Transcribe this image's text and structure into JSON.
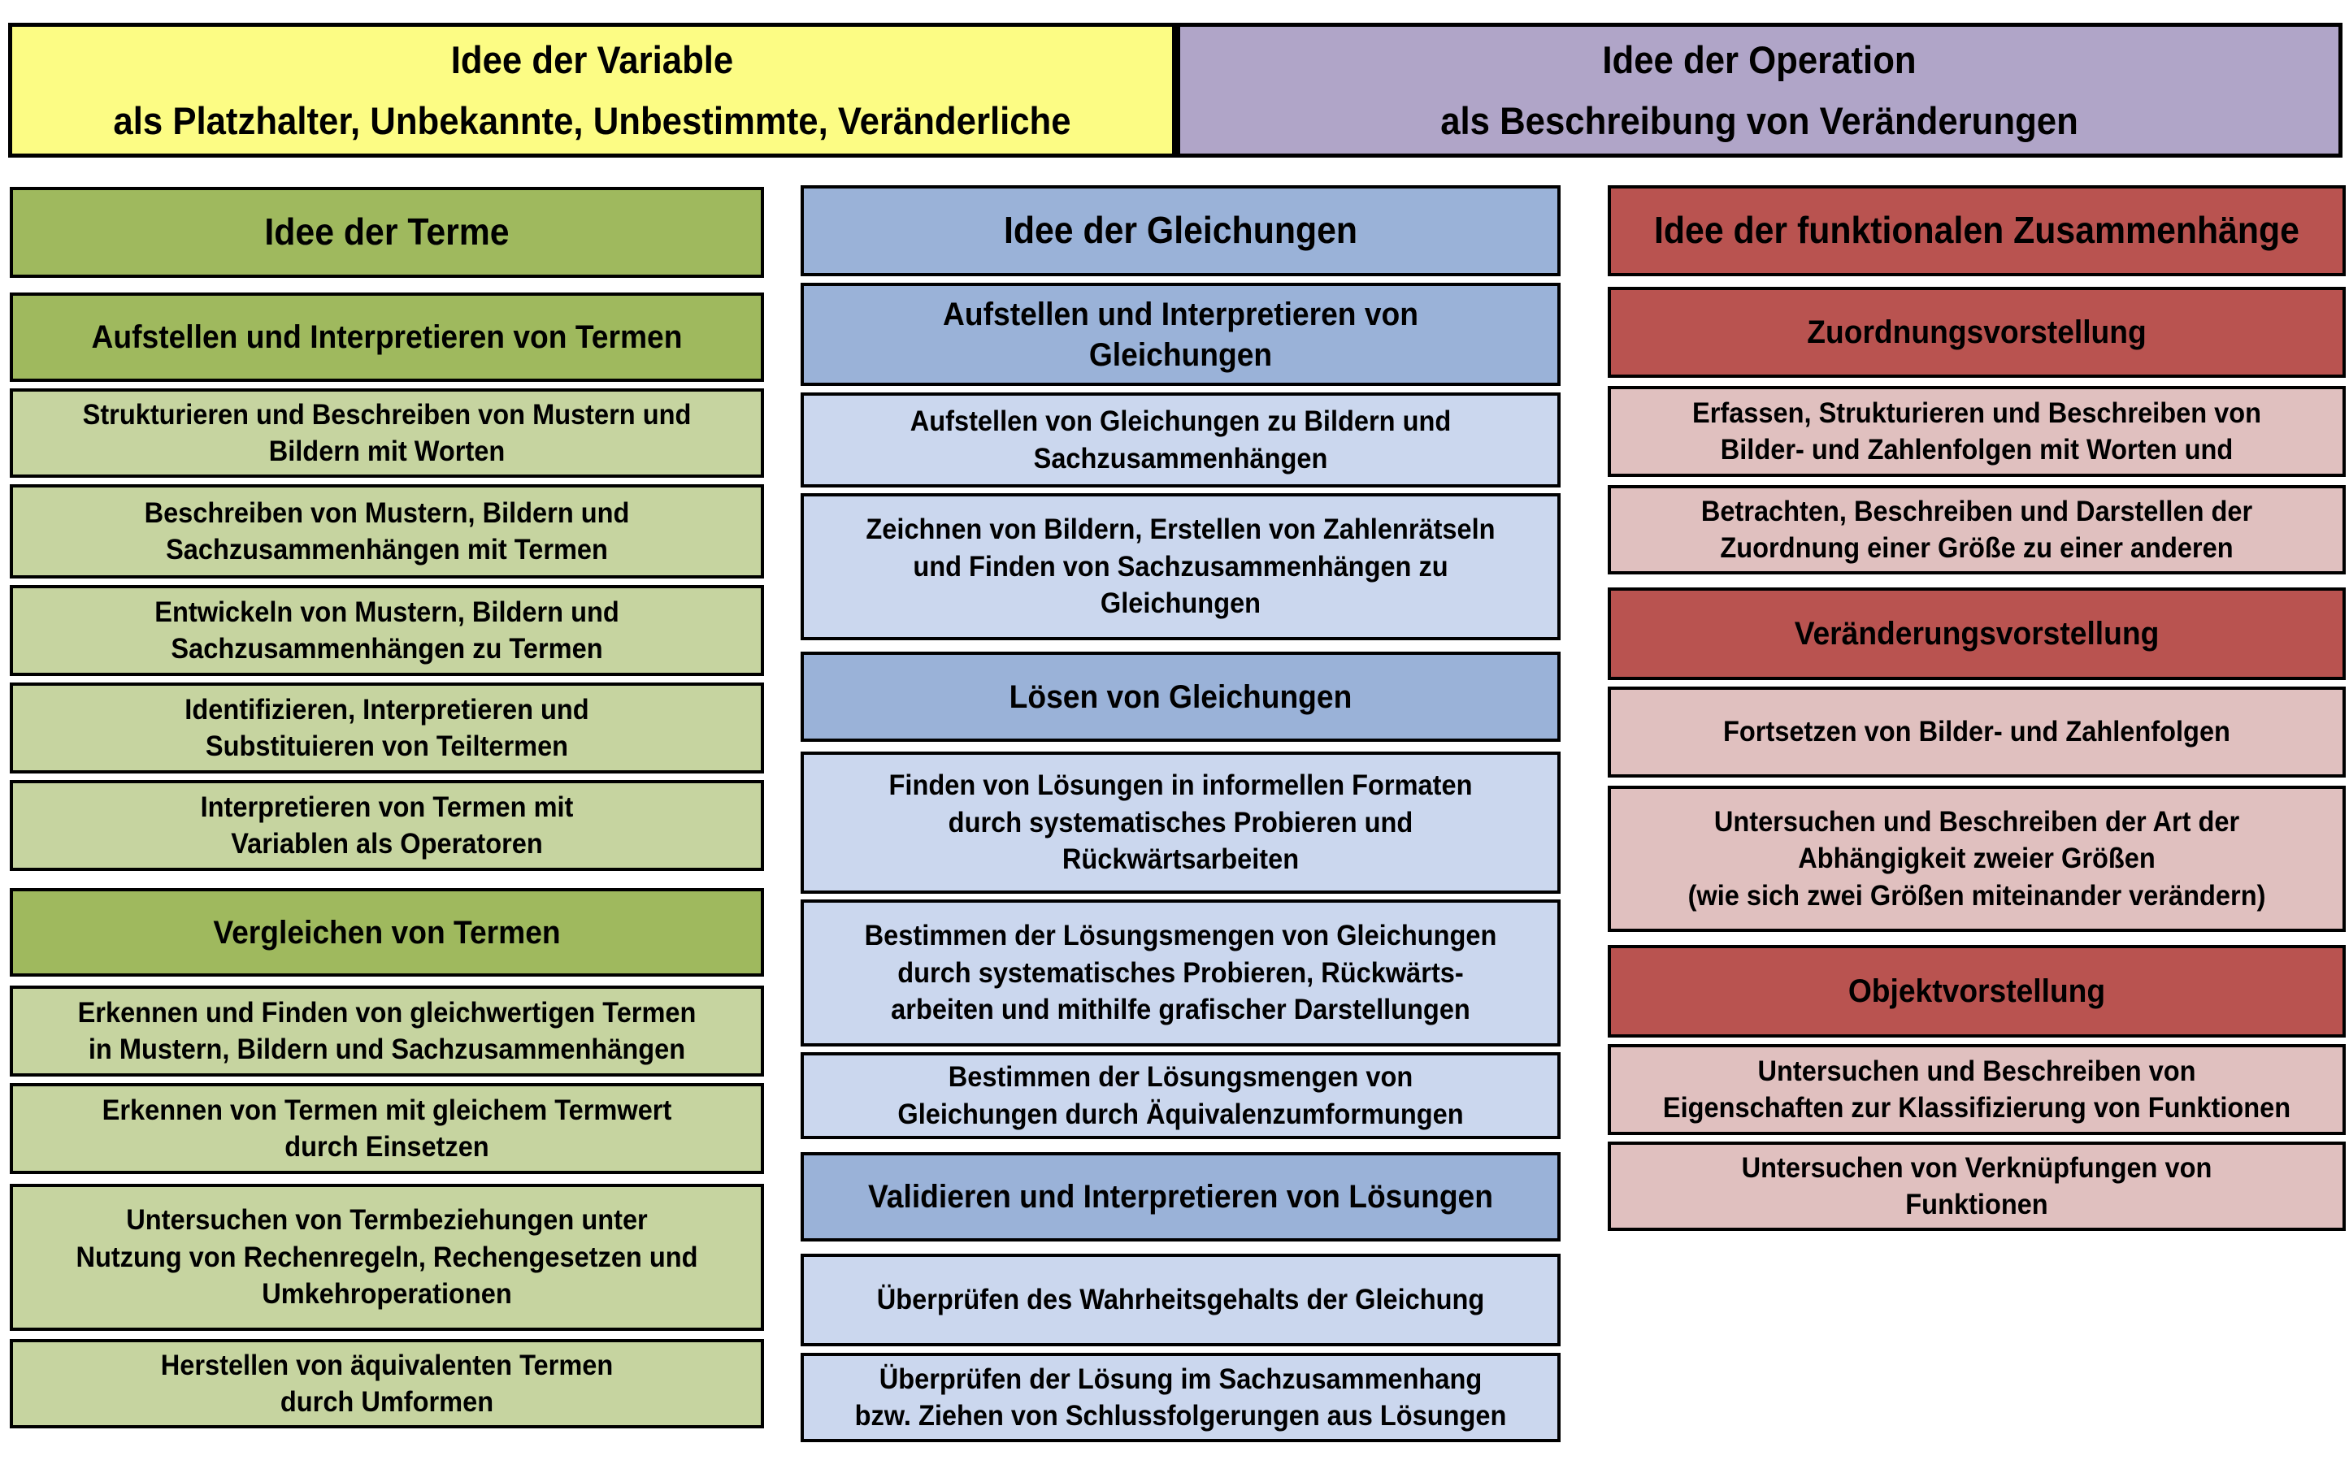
{
  "top": {
    "left": {
      "title": "Idee der Variable",
      "subtitle": "als Platzhalter, Unbekannte, Unbestimmte, Veränderliche"
    },
    "right": {
      "title": "Idee der Operation",
      "subtitle": "als Beschreibung von Veränderungen"
    }
  },
  "columns": [
    {
      "id": "terme",
      "header": "Idee der Terme",
      "rows": [
        {
          "kind": "subheader",
          "text": "Aufstellen und Interpretieren von Termen"
        },
        {
          "kind": "item",
          "text": "Strukturieren und Beschreiben von Mustern und\nBildern mit Worten"
        },
        {
          "kind": "item",
          "text": "Beschreiben von Mustern, Bildern und\nSachzusammenhängen mit Termen"
        },
        {
          "kind": "item",
          "text": "Entwickeln von Mustern, Bildern und\nSachzusammenhängen zu Termen"
        },
        {
          "kind": "item",
          "text": "Identifizieren, Interpretieren und\nSubstituieren von Teiltermen"
        },
        {
          "kind": "item",
          "text": "Interpretieren von Termen mit\nVariablen als Operatoren"
        },
        {
          "kind": "subheader",
          "text": "Vergleichen von Termen"
        },
        {
          "kind": "item",
          "text": "Erkennen und Finden von gleichwertigen Termen\nin Mustern, Bildern und Sachzusammenhängen"
        },
        {
          "kind": "item",
          "text": "Erkennen von Termen mit gleichem Termwert\ndurch Einsetzen"
        },
        {
          "kind": "item",
          "text": "Untersuchen von Termbeziehungen unter\nNutzung von Rechenregeln, Rechengesetzen und\nUmkehroperationen"
        },
        {
          "kind": "item",
          "text": "Herstellen von äquivalenten Termen\ndurch Umformen"
        }
      ]
    },
    {
      "id": "gleichungen",
      "header": "Idee der Gleichungen",
      "rows": [
        {
          "kind": "subheader",
          "text": "Aufstellen und Interpretieren von\nGleichungen"
        },
        {
          "kind": "item",
          "text": "Aufstellen von Gleichungen zu Bildern und\nSachzusammenhängen"
        },
        {
          "kind": "item",
          "text": "Zeichnen von Bildern, Erstellen von Zahlenrätseln\nund Finden von Sachzusammenhängen zu\nGleichungen"
        },
        {
          "kind": "subheader",
          "text": "Lösen von Gleichungen"
        },
        {
          "kind": "item",
          "text": "Finden von Lösungen in informellen Formaten\ndurch systematisches Probieren und\nRückwärtsarbeiten"
        },
        {
          "kind": "item",
          "text": "Bestimmen der Lösungsmengen von Gleichungen\ndurch systematisches Probieren, Rückwärts-\narbeiten und mithilfe grafischer Darstellungen"
        },
        {
          "kind": "item",
          "text": "Bestimmen der Lösungsmengen von\nGleichungen durch Äquivalenzumformungen"
        },
        {
          "kind": "subheader",
          "text": "Validieren und Interpretieren von Lösungen"
        },
        {
          "kind": "item",
          "text": "Überprüfen des Wahrheitsgehalts der Gleichung"
        },
        {
          "kind": "item",
          "text": "Überprüfen der Lösung im Sachzusammenhang\nbzw. Ziehen von Schlussfolgerungen aus Lösungen"
        }
      ]
    },
    {
      "id": "funktionale-zusammenhaenge",
      "header": "Idee der funktionalen Zusammenhänge",
      "rows": [
        {
          "kind": "subheader",
          "text": "Zuordnungsvorstellung"
        },
        {
          "kind": "item",
          "text": "Erfassen, Strukturieren und Beschreiben von\nBilder- und Zahlenfolgen mit Worten und"
        },
        {
          "kind": "item",
          "text": "Betrachten, Beschreiben und Darstellen der\nZuordnung einer Größe zu einer anderen"
        },
        {
          "kind": "subheader",
          "text": "Veränderungsvorstellung"
        },
        {
          "kind": "item",
          "text": "Fortsetzen von Bilder- und Zahlenfolgen"
        },
        {
          "kind": "item",
          "text": "Untersuchen und Beschreiben der Art der\nAbhängigkeit zweier Größen\n(wie sich zwei Größen miteinander verändern)"
        },
        {
          "kind": "subheader",
          "text": "Objektvorstellung"
        },
        {
          "kind": "item",
          "text": "Untersuchen und Beschreiben von\nEigenschaften zur Klassifizierung von Funktionen"
        },
        {
          "kind": "item",
          "text": "Untersuchen von Verknüpfungen von\nFunktionen"
        }
      ]
    }
  ],
  "colors": {
    "page_bg": "#FFFFFF",
    "border": "#000000",
    "text": "#000000",
    "variable_bg": "#FCFC84",
    "operation_bg": "#B0A5C8",
    "terme_header_bg": "#9FB95E",
    "terme_item_bg": "#C6D4A0",
    "gleichungen_header_bg": "#9AB2D8",
    "gleichungen_item_bg": "#CBD7EE",
    "funktionale-zusammenhaenge_header_bg": "#B95350",
    "funktionale-zusammenhaenge_item_bg": "#E0C0BF"
  }
}
